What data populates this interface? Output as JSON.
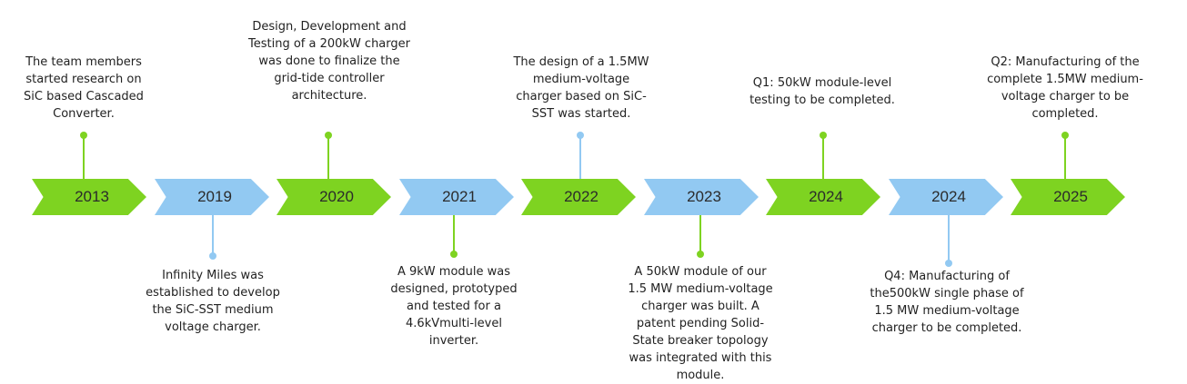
{
  "colors": {
    "green": "#7ed321",
    "blue": "#92c9f2",
    "text": "#222222"
  },
  "milestones": [
    {
      "year": "2013",
      "color": "green",
      "position": "above",
      "text": "The team members started research on SiC based Cascaded Converter."
    },
    {
      "year": "2019",
      "color": "blue",
      "position": "below",
      "text": "Infinity Miles was established to develop the SiC-SST medium voltage charger."
    },
    {
      "year": "2020",
      "color": "green",
      "position": "above",
      "text": "Design, Development and Testing of a 200kW charger was done to finalize the grid-tide controller architecture."
    },
    {
      "year": "2021",
      "color": "blue",
      "position": "below",
      "text": "A 9kW module was designed, prototyped and tested for a 4.6kVmulti-level inverter."
    },
    {
      "year": "2022",
      "color": "green",
      "position": "above",
      "text": "The design of a 1.5MW medium-voltage charger based on SiC-SST was started."
    },
    {
      "year": "2023",
      "color": "blue",
      "position": "below",
      "text": "A 50kW module of our 1.5 MW medium-voltage charger was built. A patent pending Solid-State breaker topology was integrated with this module."
    },
    {
      "year": "2024",
      "color": "green",
      "position": "above",
      "text": "Q1: 50kW module-level testing to be completed."
    },
    {
      "year": "2024",
      "color": "blue",
      "position": "below",
      "text": "Q4: Manufacturing of the500kW single phase of 1.5 MW medium-voltage charger to be completed."
    },
    {
      "year": "2025",
      "color": "green",
      "position": "above",
      "text": "Q2: Manufacturing of the complete 1.5MW medium-voltage charger to be completed."
    }
  ]
}
